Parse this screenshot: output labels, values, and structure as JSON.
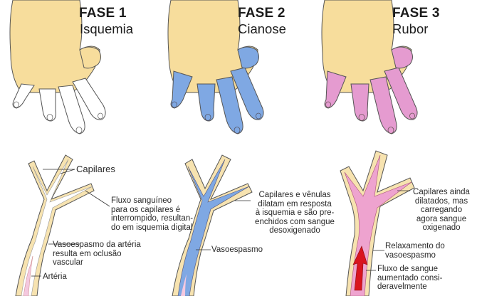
{
  "phases": [
    {
      "number": "FASE 1",
      "name": "Isquemia"
    },
    {
      "number": "FASE 2",
      "name": "Cianose"
    },
    {
      "number": "FASE 3",
      "name": "Rubor"
    }
  ],
  "annotations": {
    "phase1": {
      "capillaries": "Capilares",
      "flow": "Fluxo sanguíneo\npara os capilares é\ninterrompido, resultan-\ndo em isquemia digital",
      "vasospasm": "Vasoespasmo da artéria\nresulta em oclusão\nvascular",
      "artery": "Artéria"
    },
    "phase2": {
      "dilation": "Capilares e vênulas\ndilatam em resposta\nà isquemia e são pre-\nenchidos com sangue\ndesoxigenado",
      "vasospasm": "Vasoespasmo"
    },
    "phase3": {
      "dilated": "Capilares ainda\ndilatados, mas\ncarregando\nagora sangue\noxigenado",
      "relaxation": "Relaxamento do\nvasoespasmo",
      "flow": "Fluxo de sangue\naumentado consi-\nderavelmente"
    }
  },
  "colors": {
    "skin": "#f7dd9c",
    "white": "#ffffff",
    "blue": "#7fa8e3",
    "pink": "#e59bd0",
    "artery": "#f4c8df",
    "pink_artery": "#eea3cf",
    "arrow": "#d9141e",
    "outline": "#555555"
  }
}
